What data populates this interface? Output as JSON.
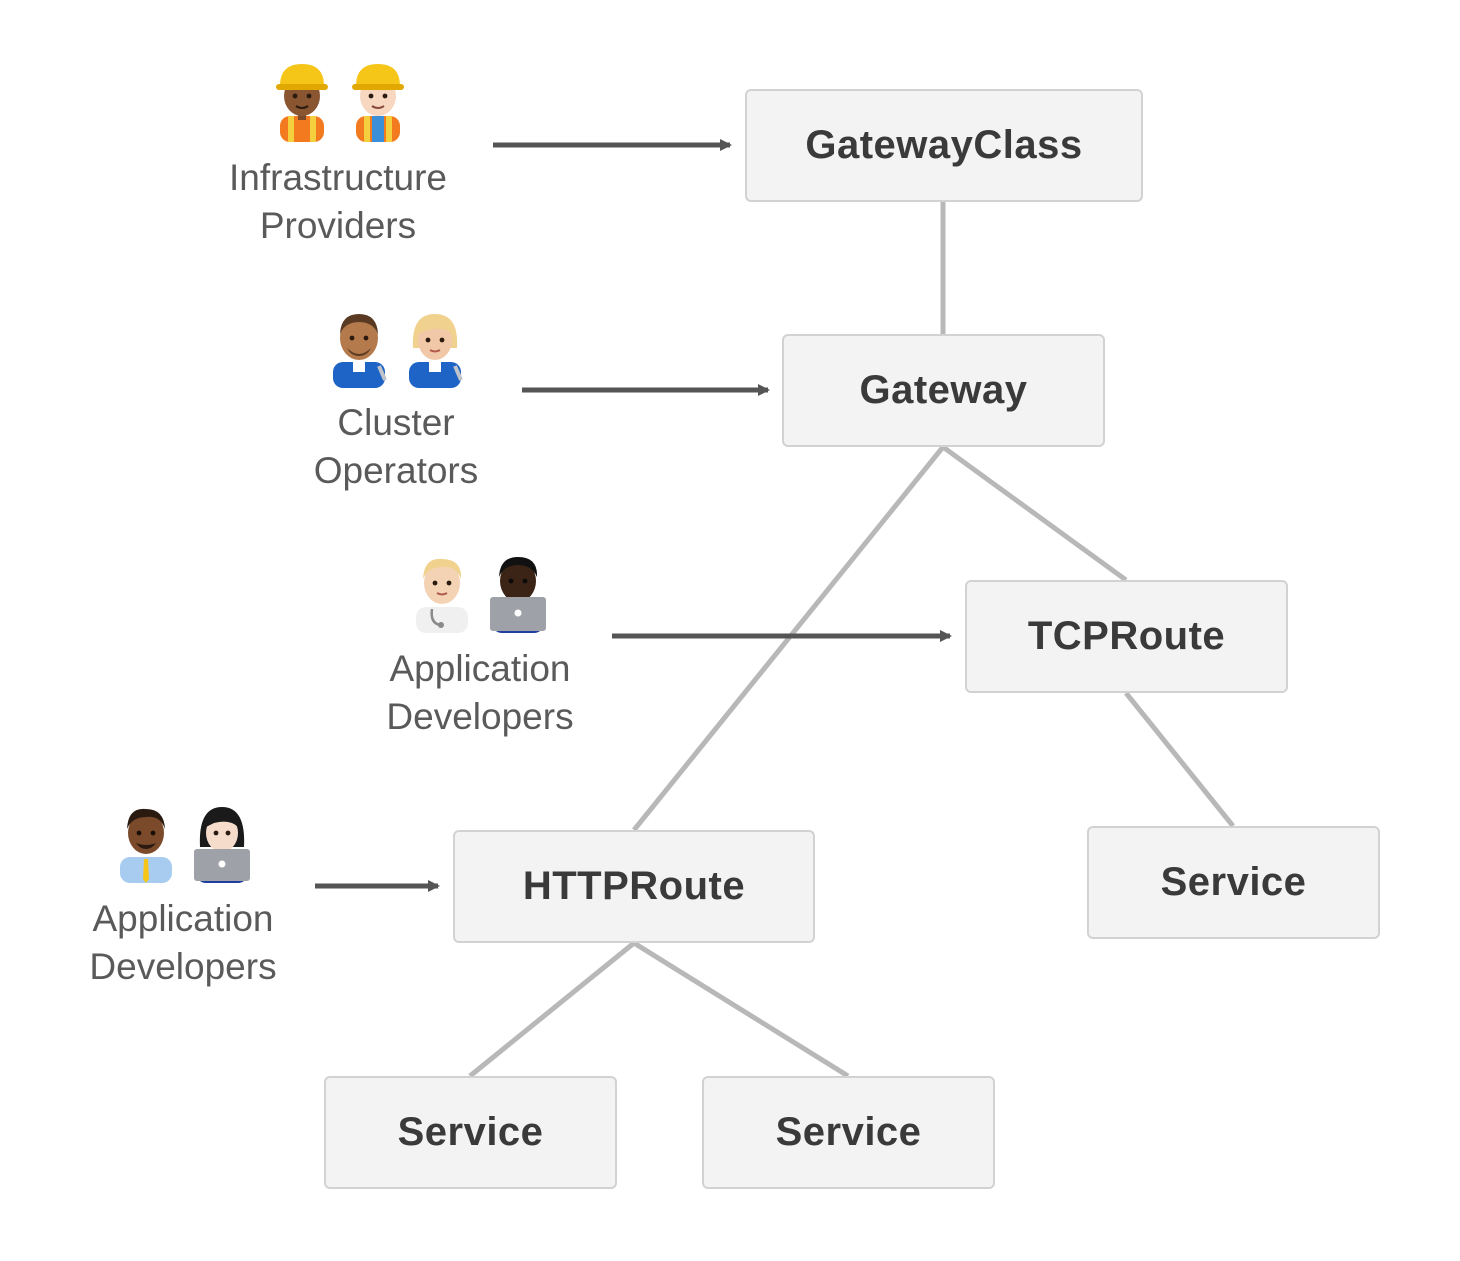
{
  "nodes": {
    "gatewayclass": "GatewayClass",
    "gateway": "Gateway",
    "tcproute": "TCPRoute",
    "httproute": "HTTPRoute",
    "service_tcp": "Service",
    "service_http_1": "Service",
    "service_http_2": "Service"
  },
  "roles": {
    "infra": {
      "line1": "Infrastructure",
      "line2": "Providers",
      "avatars": [
        "construction-worker-icon",
        "construction-worker-icon"
      ]
    },
    "cluster": {
      "line1": "Cluster",
      "line2": "Operators",
      "avatars": [
        "mechanic-icon",
        "mechanic-icon"
      ]
    },
    "appdev_tcp": {
      "line1": "Application",
      "line2": "Developers",
      "avatars": [
        "health-worker-icon",
        "technologist-icon"
      ]
    },
    "appdev_http": {
      "line1": "Application",
      "line2": "Developers",
      "avatars": [
        "office-worker-icon",
        "technologist-icon"
      ]
    }
  },
  "colors": {
    "node_fill": "#f3f3f3",
    "node_border": "#d2d2d2",
    "node_text": "#3a3a3a",
    "link": "#b8b8b8",
    "arrow": "#555555",
    "role_text": "#5a5a5a"
  }
}
